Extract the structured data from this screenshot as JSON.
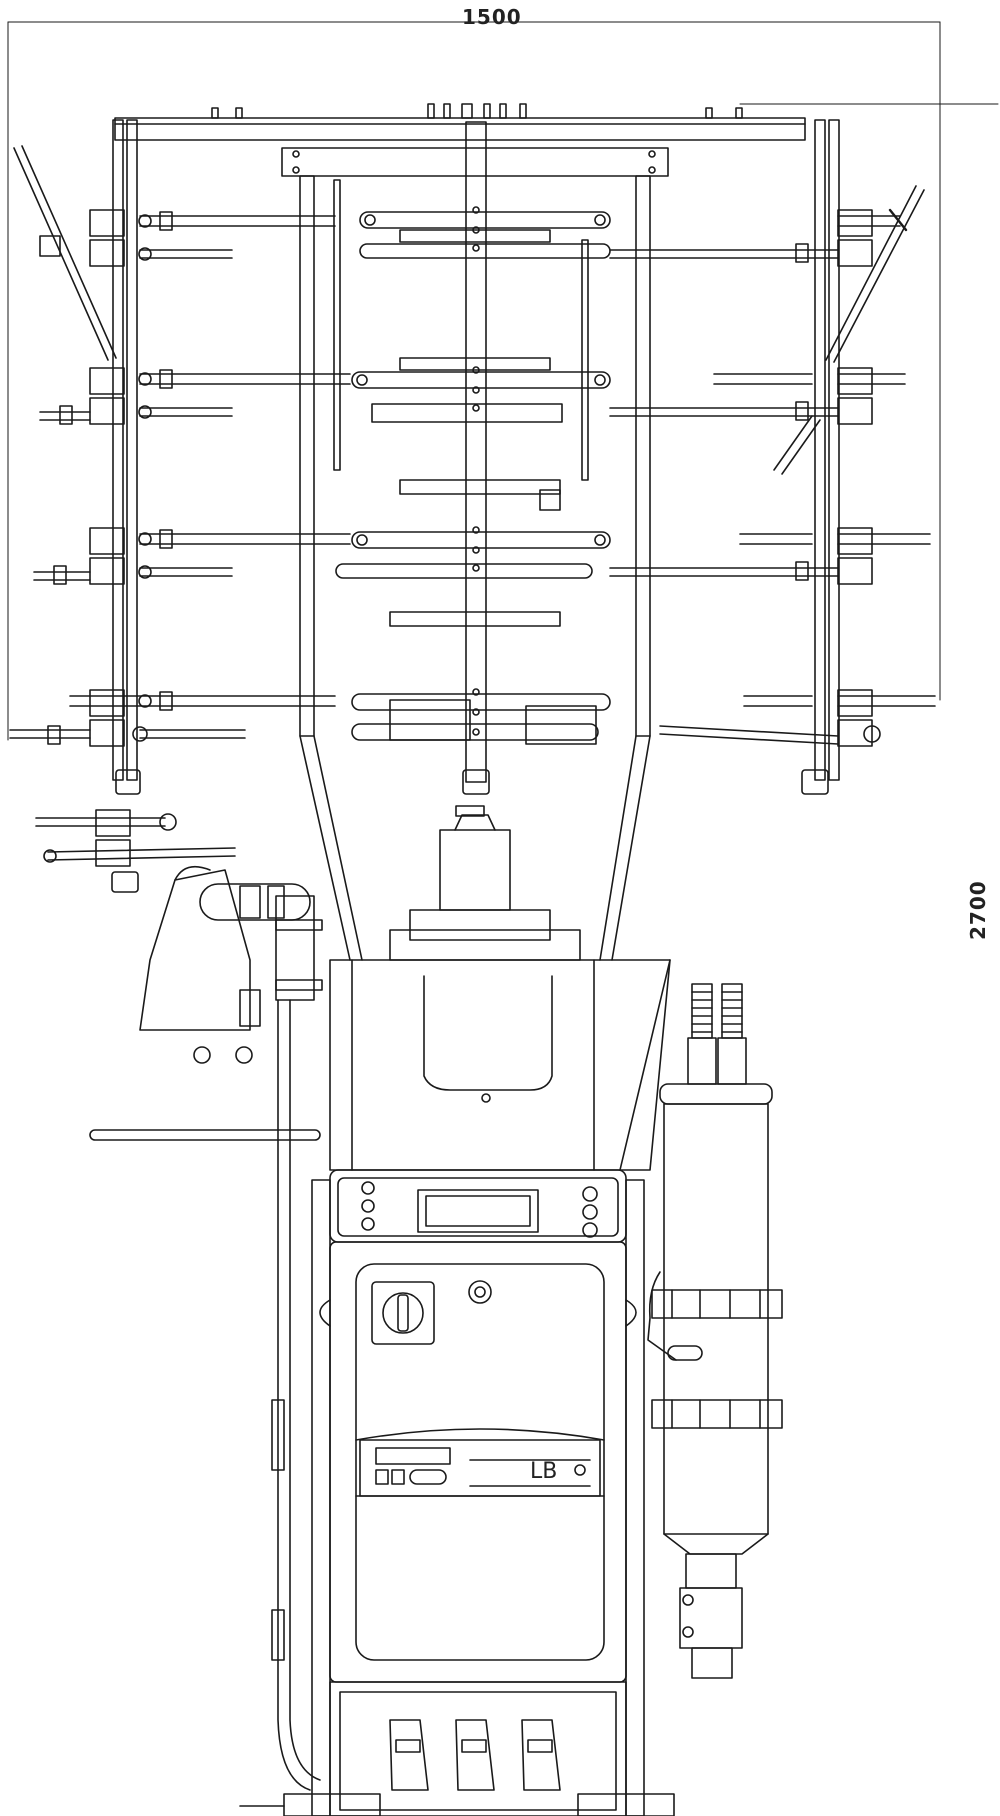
{
  "dimensions": {
    "width_label": "1500",
    "height_label": "2700"
  },
  "machine": {
    "brand_mark": "",
    "model_label": "LB"
  },
  "colors": {
    "line": "#1a1a1a",
    "background": "#ffffff"
  }
}
